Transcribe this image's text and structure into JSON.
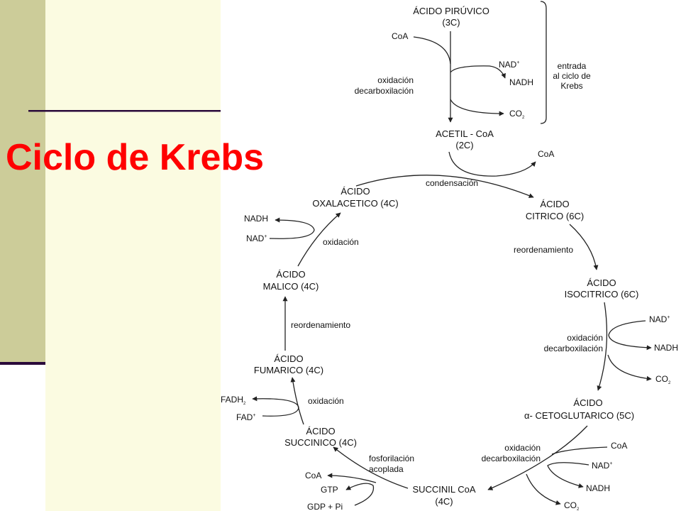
{
  "slide": {
    "title": "Ciclo de Krebs",
    "colors": {
      "title": "#ff0000",
      "left_bar": "#cccc99",
      "panel": "#fbfbe1",
      "rule": "#2a0a3a"
    }
  },
  "diagram": {
    "entry": {
      "pyruvate_name": "ÁCIDO PIRÚVICO",
      "pyruvate_carbons": "(3C)",
      "coa_in": "CoA",
      "process_1": "oxidación",
      "process_2": "decarboxilación",
      "nad_in": "NAD",
      "nad_sup": "+",
      "nadh_out": "NADH",
      "co2_out": "CO",
      "co2_sub": "2",
      "bracket_label_1": "entrada",
      "bracket_label_2": "al ciclo de",
      "bracket_label_3": "Krebs",
      "acetyl_name": "ACETIL - CoA",
      "acetyl_carbons": "(2C)"
    },
    "cycle": {
      "coa_released": "CoA",
      "condensation": "condensación",
      "citric_1": "ÁCIDO",
      "citric_2": "CITRICO (6C)",
      "reorder_1": "reordenamiento",
      "isocitric_1": "ÁCIDO",
      "isocitric_2": "ISOCITRICO (6C)",
      "iso_nad": "NAD",
      "iso_nad_sup": "+",
      "iso_proc_1": "oxidación",
      "iso_proc_2": "decarboxilación",
      "iso_nadh": "NADH",
      "iso_co2": "CO",
      "iso_co2_sub": "2",
      "keto_1": "ÁCIDO",
      "keto_alpha": "α",
      "keto_2": "- CETOGLUTARICO (5C)",
      "keto_proc_1": "oxidación",
      "keto_proc_2": "decarboxilación",
      "keto_coa": "CoA",
      "keto_nad": "NAD",
      "keto_nad_sup": "+",
      "keto_nadh": "NADH",
      "keto_co2": "CO",
      "keto_co2_sub": "2",
      "succinyl_1": "SUCCINIL CoA",
      "succinyl_2": "(4C)",
      "phos_1": "fosforilación",
      "phos_2": "acoplada",
      "succ_coa": "CoA",
      "succ_gtp": "GTP",
      "succ_gdp": "GDP + Pi",
      "succinic_1": "ÁCIDO",
      "succinic_2": "SUCCINICO (4C)",
      "succ_ox": "oxidación",
      "fadh": "FADH",
      "fadh_sub": "2",
      "fad": "FAD",
      "fad_sup": "+",
      "fumaric_1": "ÁCIDO",
      "fumaric_2": "FUMARICO (4C)",
      "reorder_2": "reordenamiento",
      "malic_1": "ÁCIDO",
      "malic_2": "MALICO (4C)",
      "malic_ox": "oxidación",
      "mal_nadh": "NADH",
      "mal_nad": "NAD",
      "mal_nad_sup": "+",
      "oxal_1": "ÁCIDO",
      "oxal_2": "OXALACETICO (4C)"
    }
  }
}
